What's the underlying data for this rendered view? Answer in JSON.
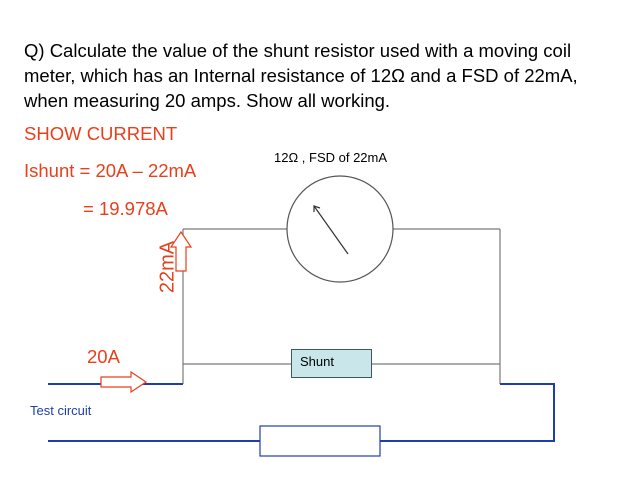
{
  "question": "Q)  Calculate the value of the shunt resistor used with a moving coil meter, which has an Internal resistance of 12Ω and a FSD of 22mA, when measuring 20 amps. Show all working.",
  "working": {
    "heading": "SHOW CURRENT",
    "equation": "Ishunt = 20A – 22mA",
    "result": "= 19.978A"
  },
  "diagram": {
    "meter_label": "12Ω , FSD of 22mA",
    "meter_current_label": "22mA",
    "input_current_label": "20A",
    "shunt_label": "Shunt",
    "test_circuit_label": "Test circuit"
  },
  "colors": {
    "working_text": "#e8401c",
    "test_circuit_wire": "#1f3fa8",
    "wire": "#7a7a7a",
    "shunt_fill": "#c9e6ea",
    "arrow_outline": "#e8401c"
  }
}
